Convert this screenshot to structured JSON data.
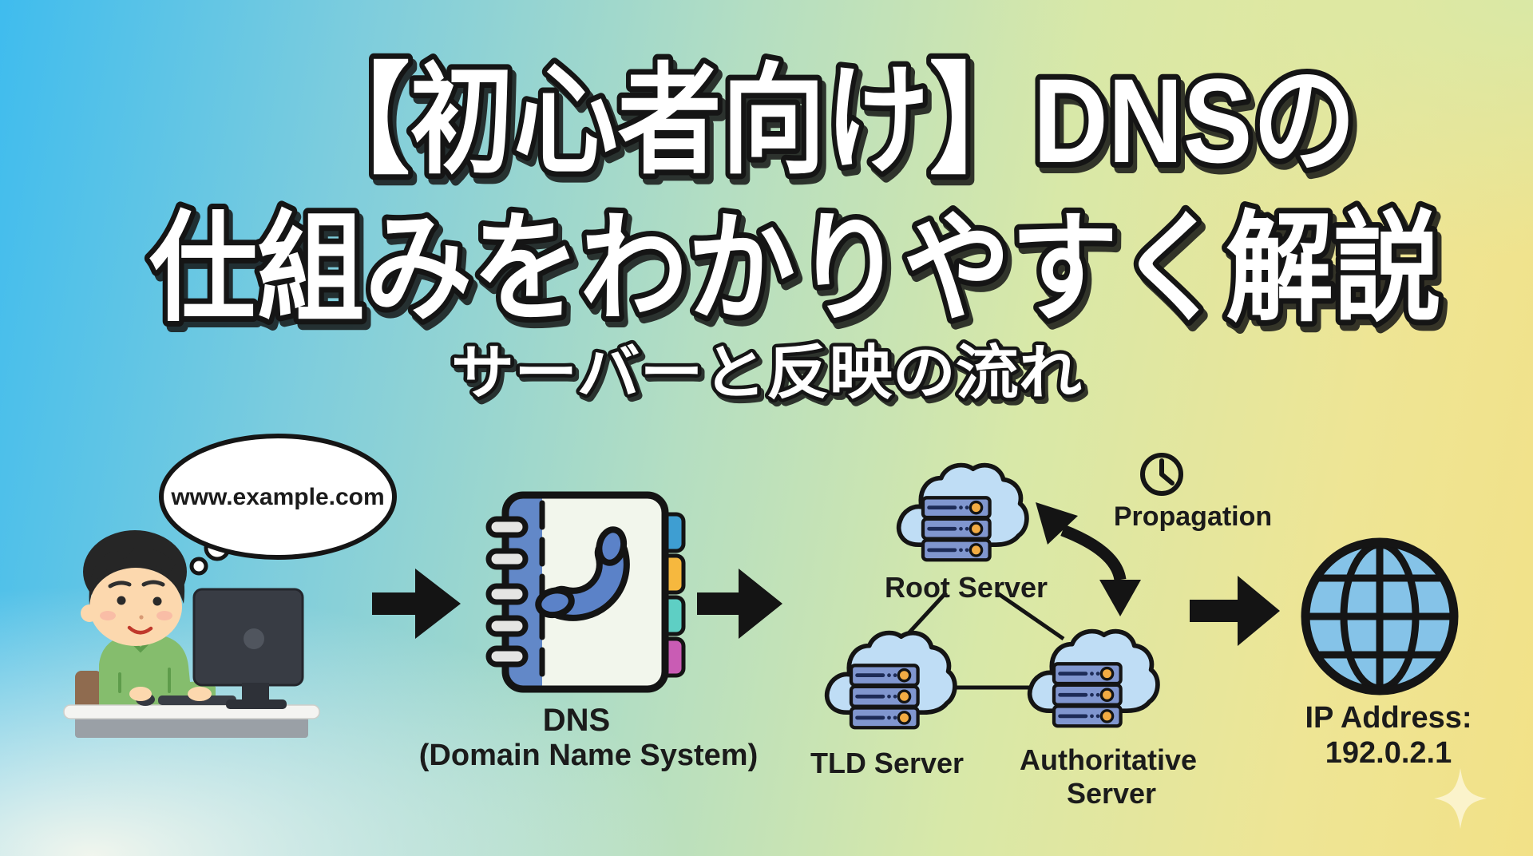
{
  "title": {
    "line1": "【初心者向け】DNSの",
    "line2": "仕組みをわかりやすく解説",
    "subtitle": "サーバーと反映の流れ"
  },
  "flow": {
    "user": {
      "thought": "www.example.com"
    },
    "dns_book": {
      "label_line1": "DNS",
      "label_line2": "(Domain Name System)"
    },
    "servers": {
      "root": "Root Server",
      "tld": "TLD Server",
      "authoritative_line1": "Authoritative",
      "authoritative_line2": "Server"
    },
    "propagation": {
      "label": "Propagation"
    },
    "result": {
      "label_line1": "IP Address:",
      "label_line2": "192.0.2.1"
    }
  },
  "colors": {
    "bg_top_left": "#3fbcee",
    "bg_top_right": "#dcedaa",
    "bg_bottom_left": "#f2f4e8",
    "bg_bottom_right": "#f2e187",
    "title_fill": "#ffffff",
    "title_outline": "#151515",
    "label_text": "#1b1b1b",
    "arrow_black": "#141414",
    "cloud_fill": "#bfddf5",
    "server_bar": "#8096cf",
    "server_led": "#f2ab43",
    "book_spine": "#6288c8",
    "book_page": "#f2f6ec",
    "phone_handset": "#5b82c8",
    "tab_blue": "#3e9ed2",
    "tab_orange": "#f6b83e",
    "tab_teal": "#5ecfc4",
    "tab_magenta": "#c95cb4",
    "sweater_green": "#85bd6d",
    "skin": "#fcd8ae",
    "monitor_gray": "#383c44",
    "globe_fill": "#85c3e8",
    "sparkle": "#fbf3cb"
  }
}
